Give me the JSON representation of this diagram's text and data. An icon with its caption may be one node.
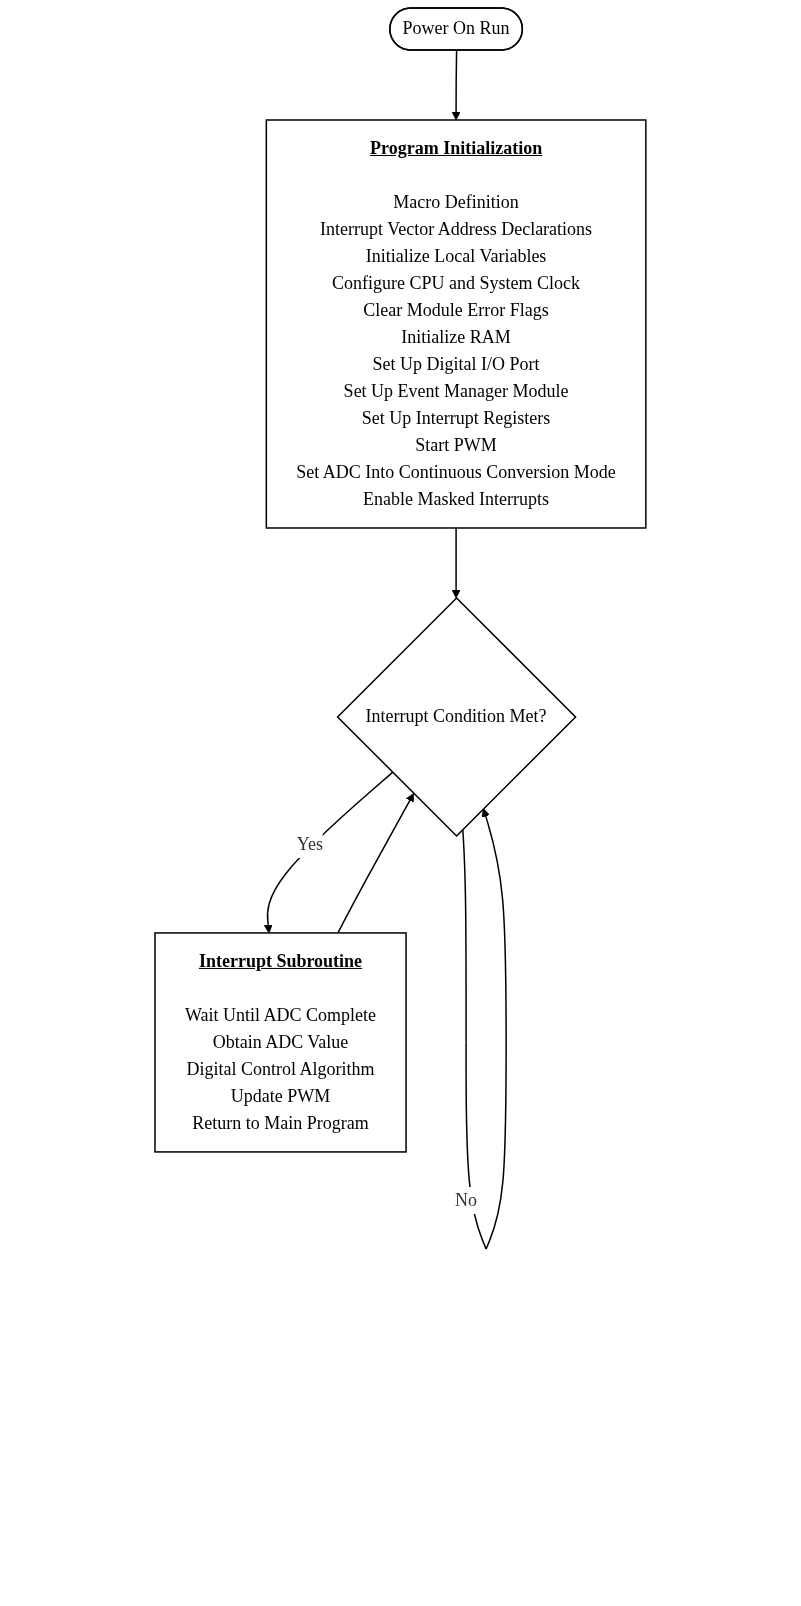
{
  "diagram": {
    "nodes": [
      {
        "text": [
          "Power On Run"
        ]
      },
      {
        "text": [
          "Program Initialization",
          "Macro Definition",
          "Interrupt Vector Address Declarations",
          "Initialize Local Variables",
          "Configure CPU and System Clock",
          "Clear Module Error Flags",
          "Initialize RAM",
          "Set Up Digital I/O Port",
          "Set Up Event Manager Module",
          "Set Up Interrupt Registers",
          "Start PWM",
          "Set ADC Into Continuous Conversion Mode",
          "Enable Masked Interrupts"
        ]
      },
      {
        "text": [
          "Interrupt Condition Met?"
        ]
      },
      {
        "text": [
          "Interrupt Subroutine",
          "Wait Until ADC Complete",
          "Obtain ADC Value",
          "Digital Control Algorithm",
          "Update PWM",
          "Return to Main Program"
        ]
      }
    ],
    "edges": [
      {
        "from": 0,
        "to": 1,
        "arrow": "to"
      },
      {
        "from": 1,
        "to": 2,
        "arrow": "to"
      },
      {
        "from": 2,
        "to": 2,
        "label": "No",
        "arrow": "to"
      },
      {
        "from": 2,
        "to": 3,
        "label": "Yes",
        "arrow": "to"
      },
      {
        "from": 3,
        "to": 2,
        "arrow": "to"
      }
    ]
  }
}
